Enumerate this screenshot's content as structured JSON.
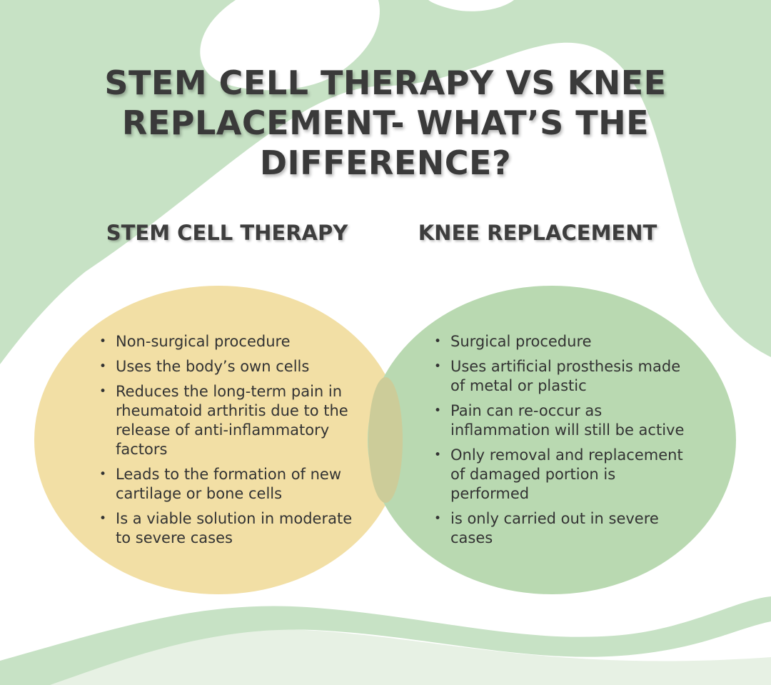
{
  "title": "STEM CELL THERAPY VS KNEE REPLACEMENT- WHAT’S THE DIFFERENCE?",
  "colors": {
    "background": "#ffffff",
    "blob_green": "#c7e2c5",
    "circle_left": "#f2dfa5",
    "circle_right": "#b9d9b1",
    "overlap": "#cccc99",
    "text": "#3a3a3a"
  },
  "left": {
    "heading": "STEM CELL THERAPY",
    "items": [
      "Non-surgical procedure",
      "Uses the body’s own cells",
      "Reduces the long-term pain in rheumatoid arthritis due to the release of anti-inflammatory factors",
      "Leads to the formation of new cartilage or bone cells",
      "Is a viable solution in moderate to severe cases"
    ]
  },
  "right": {
    "heading": "KNEE REPLACEMENT",
    "items": [
      "Surgical procedure",
      "Uses artificial prosthesis made of metal or plastic",
      "Pain can re-occur as inflammation will still be active",
      "Only removal and replacement of damaged portion is performed",
      "is only carried out in severe cases"
    ]
  }
}
